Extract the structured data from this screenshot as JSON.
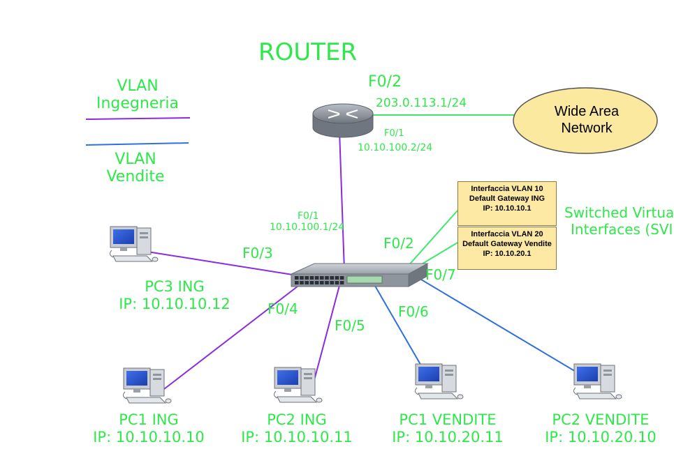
{
  "title": "ROUTER",
  "legend": {
    "ing_label_1": "VLAN",
    "ing_label_2": "Ingegneria",
    "ing_color": "#8a2be2",
    "vend_label_1": "VLAN",
    "vend_label_2": "Vendite",
    "vend_color": "#2f6fe0"
  },
  "router": {
    "icon": "router-icon",
    "wan_port": "F0/2",
    "wan_ip": "203.0.113.1/24",
    "lan_port": "F0/1",
    "lan_ip": "10.10.100.2/24"
  },
  "wan": {
    "line1": "Wide Area",
    "line2": "Network",
    "fill": "#fbe9a0"
  },
  "switch": {
    "icon": "switch-icon",
    "uplink_port": "F0/1",
    "uplink_ip": "10.10.100.1/24",
    "ports": {
      "pc3": "F0/3",
      "pc1_ing": "F0/4",
      "pc2_ing": "F0/5",
      "pc1_vend": "F0/6",
      "pc2_vend": "F0/7",
      "svi": "F0/2"
    }
  },
  "svi": {
    "box1": [
      "Interfaccia VLAN 10",
      "Default Gateway ING",
      "IP: 10.10.10.1"
    ],
    "box2": [
      "Interfaccia VLAN 20",
      "Default Gateway Vendite",
      "IP: 10.10.20.1"
    ],
    "label_1": "Switched Virtual",
    "label_2": "Interfaces (SVI)"
  },
  "pcs": {
    "pc3_ing": {
      "name": "PC3 ING",
      "ip": "IP: 10.10.10.12"
    },
    "pc1_ing": {
      "name": "PC1 ING",
      "ip": "IP: 10.10.10.10"
    },
    "pc2_ing": {
      "name": "PC2 ING",
      "ip": "IP: 10.10.10.11"
    },
    "pc1_vend": {
      "name": "PC1 VENDITE",
      "ip": "IP: 10.10.20.11"
    },
    "pc2_vend": {
      "name": "PC2 VENDITE",
      "ip": "IP: 10.10.20.10"
    }
  },
  "colors": {
    "label_green": "#2ee84a",
    "wan_link": "#3ee86a"
  }
}
